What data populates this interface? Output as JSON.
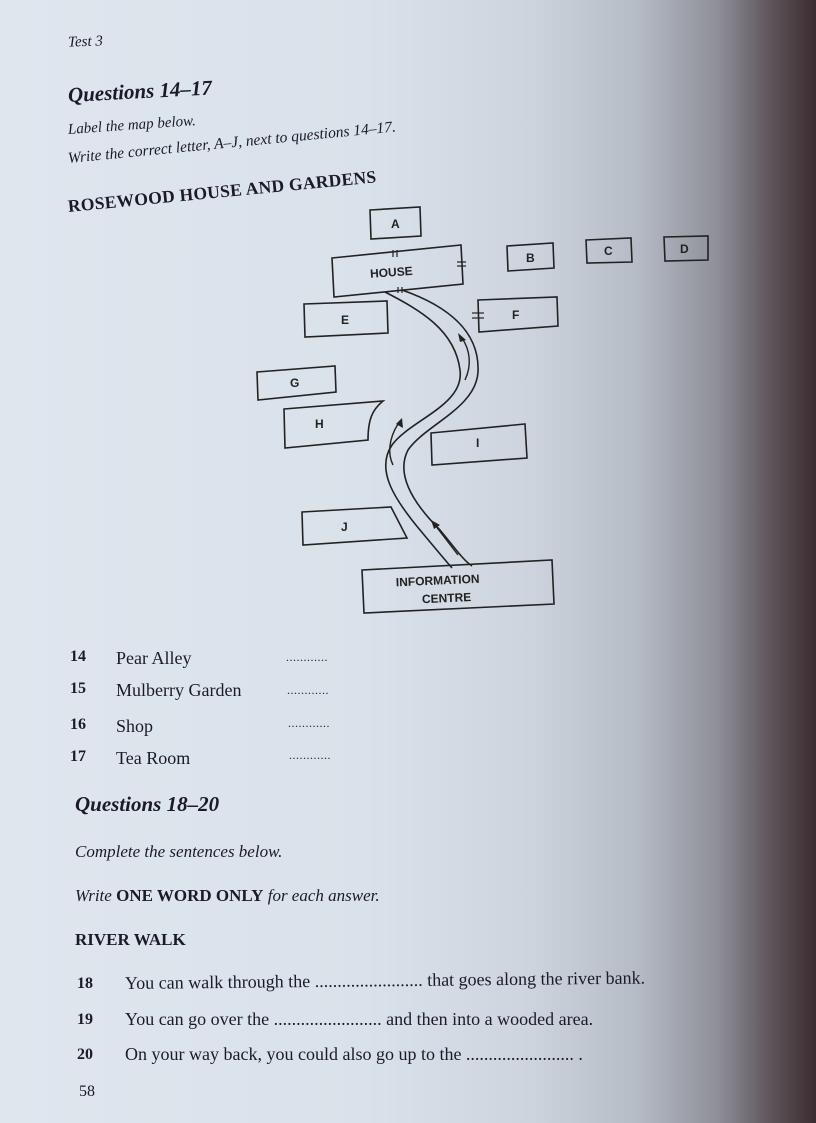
{
  "running_head": "Test 3",
  "section1": {
    "heading": "Questions 14–17",
    "instruction1": "Label the map below.",
    "instruction2": "Write the correct letter, A–J, next to questions 14–17.",
    "map_title": "ROSEWOOD HOUSE AND GARDENS",
    "map": {
      "house_label": "HOUSE",
      "info_label_line1": "INFORMATION",
      "info_label_line2": "CENTRE",
      "boxes": [
        "A",
        "B",
        "C",
        "D",
        "E",
        "F",
        "G",
        "H",
        "I",
        "J"
      ]
    },
    "questions": [
      {
        "num": "14",
        "text": "Pear Alley",
        "blank": "............"
      },
      {
        "num": "15",
        "text": "Mulberry Garden",
        "blank": "............"
      },
      {
        "num": "16",
        "text": "Shop",
        "blank": "............"
      },
      {
        "num": "17",
        "text": "Tea Room",
        "blank": "............"
      }
    ]
  },
  "section2": {
    "heading": "Questions 18–20",
    "instruction1": "Complete the sentences below.",
    "instruction2_pre": "Write ",
    "instruction2_bold": "ONE WORD ONLY",
    "instruction2_post": " for each answer.",
    "subtitle": "RIVER WALK",
    "sentences": [
      {
        "num": "18",
        "text": "You can walk through the ........................ that goes along the river bank."
      },
      {
        "num": "19",
        "text": "You can go over the ........................ and then into a wooded area."
      },
      {
        "num": "20",
        "text": "On your way back, you could also go up to the ........................ ."
      }
    ]
  },
  "page_number": "58"
}
